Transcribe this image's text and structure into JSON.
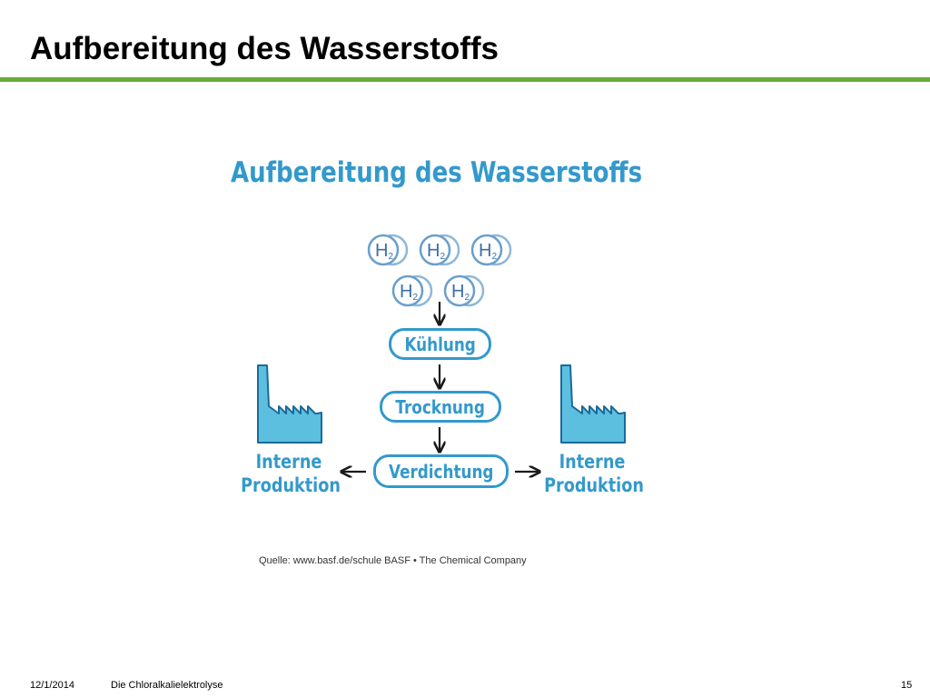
{
  "slide": {
    "title": "Aufbereitung des Wasserstoffs",
    "accent_color": "#6aac35"
  },
  "diagram": {
    "title": "Aufbereitung des Wasserstoffs",
    "color": "#3399cc",
    "molecule_label": "H",
    "molecule_subscript": "2",
    "molecules_top_row": 3,
    "molecules_bottom_row": 2,
    "steps": [
      "Kühlung",
      "Trocknung",
      "Verdichtung"
    ],
    "left_target": {
      "line1": "Interne",
      "line2": "Produktion",
      "icon": "factory-icon"
    },
    "right_target": {
      "line1": "Interne",
      "line2": "Produktion",
      "icon": "factory-icon"
    },
    "source": "Quelle: www.basf.de/schule  BASF • The Chemical Company"
  },
  "footer": {
    "date": "12/1/2014",
    "presentation": "Die Chloralkalielektrolyse",
    "page": "15"
  }
}
